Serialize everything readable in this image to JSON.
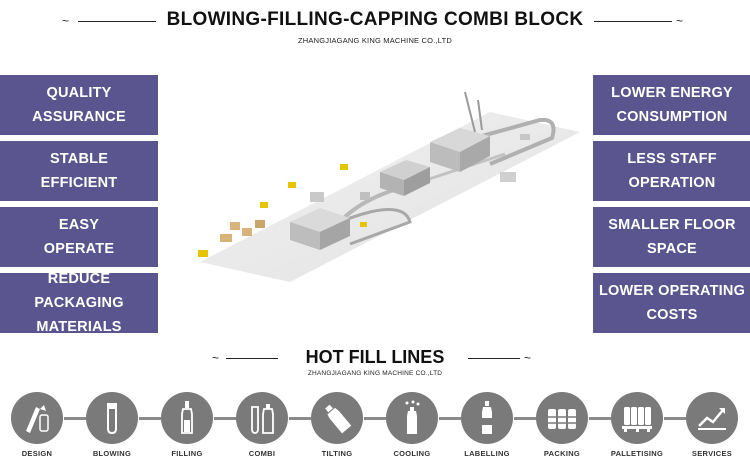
{
  "header": {
    "title": "BLOWING-FILLING-CAPPING COMBI BLOCK",
    "subtitle": "ZHANGJIAGANG KING MACHINE CO.,LTD"
  },
  "features_left": [
    {
      "label": "QUALITY\nASSURANCE"
    },
    {
      "label": "STABLE\nEFFICIENT"
    },
    {
      "label": "EASY\nOPERATE"
    },
    {
      "label": "REDUCE PACKAGING\nMATERIALS"
    }
  ],
  "features_right": [
    {
      "label": "LOWER ENERGY\nCONSUMPTION"
    },
    {
      "label": "LESS STAFF\nOPERATION"
    },
    {
      "label": "SMALLER FLOOR\nSPACE"
    },
    {
      "label": "LOWER OPERATING\nCOSTS"
    }
  ],
  "section2": {
    "title": "HOT FILL LINES",
    "subtitle": "ZHANGJIAGANG KING MACHINE CO.,LTD"
  },
  "steps": [
    {
      "label": "DESIGN",
      "icon": "design-icon"
    },
    {
      "label": "BLOWING",
      "icon": "preform-icon"
    },
    {
      "label": "FILLING",
      "icon": "filling-icon"
    },
    {
      "label": "COMBI",
      "icon": "combi-icon"
    },
    {
      "label": "TILTING",
      "icon": "tilting-icon"
    },
    {
      "label": "COOLING",
      "icon": "cooling-icon"
    },
    {
      "label": "LABELLING",
      "icon": "labelling-icon"
    },
    {
      "label": "PACKING",
      "icon": "packing-icon"
    },
    {
      "label": "PALLETISING",
      "icon": "palletising-icon"
    },
    {
      "label": "SERVICES",
      "icon": "services-icon"
    }
  ],
  "colors": {
    "feature_bg": "#5b558f",
    "step_circle": "#7a7a7a",
    "connector": "#8a8a8a"
  }
}
